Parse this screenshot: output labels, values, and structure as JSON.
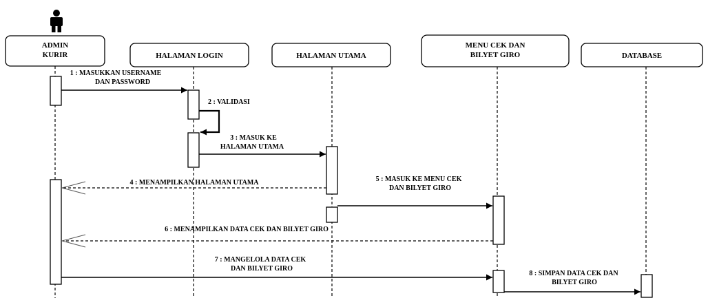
{
  "actor": {
    "lines": [
      "ADMIN",
      "KURIR"
    ],
    "icon": "stick-figure-icon"
  },
  "objects": [
    {
      "id": "login",
      "lines": [
        "HALAMAN LOGIN"
      ]
    },
    {
      "id": "utama",
      "lines": [
        "HALAMAN UTAMA"
      ]
    },
    {
      "id": "menu",
      "lines": [
        "MENU CEK DAN",
        "BILYET GIRO"
      ]
    },
    {
      "id": "db",
      "lines": [
        "DATABASE"
      ]
    }
  ],
  "messages": [
    {
      "id": "m1",
      "lines": [
        "1 : MASUKKAN USERNAME",
        "DAN PASSWORD"
      ],
      "kind": "sync"
    },
    {
      "id": "m2",
      "lines": [
        "2 : VALIDASI"
      ],
      "kind": "self"
    },
    {
      "id": "m3",
      "lines": [
        "3 :  MASUK KE",
        "HALAMAN UTAMA"
      ],
      "kind": "sync"
    },
    {
      "id": "m4",
      "lines": [
        "4 :  MENAMPILKAN HALAMAN UTAMA"
      ],
      "kind": "return"
    },
    {
      "id": "m5",
      "lines": [
        "5 :  MASUK KE MENU CEK",
        "DAN BILYET GIRO"
      ],
      "kind": "sync"
    },
    {
      "id": "m6",
      "lines": [
        "6 :  MENAMPILKAN DATA CEK DAN BILYET GIRO"
      ],
      "kind": "return"
    },
    {
      "id": "m7",
      "lines": [
        "7 :  MANGELOLA DATA CEK",
        "DAN BILYET GIRO"
      ],
      "kind": "sync"
    },
    {
      "id": "m8",
      "lines": [
        "8 :  SIMPAN DATA CEK DAN",
        "BILYET GIRO"
      ],
      "kind": "sync"
    }
  ],
  "colors": {
    "line": "#000000",
    "box": "#ffffff",
    "return_arrow": "#555555"
  }
}
